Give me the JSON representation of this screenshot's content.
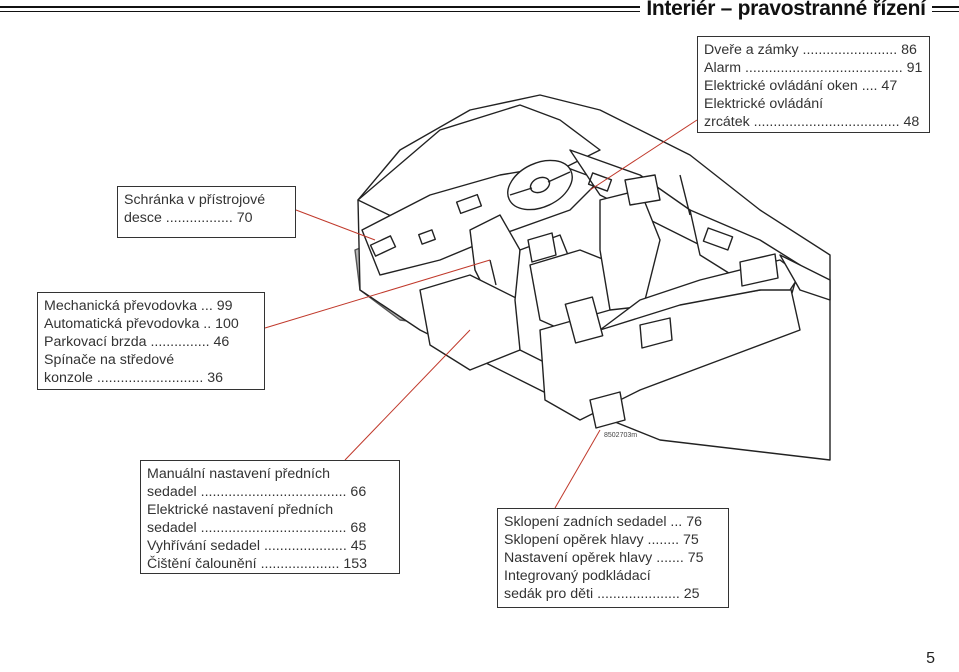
{
  "header": {
    "title": "Interiér – pravostranné řízení"
  },
  "callouts": {
    "doors": [
      "Dveře a zámky ........................ 86",
      "Alarm ........................................ 91",
      "Elektrické ovládání oken .... 47",
      "Elektrické ovládání",
      "zrcátek ..................................... 48"
    ],
    "glovebox": [
      "Schránka v přístrojové",
      "desce ................. 70"
    ],
    "console": [
      "Mechanická převodovka ... 99",
      "Automatická převodovka .. 100",
      "Parkovací brzda ............... 46",
      "Spínače na středové",
      "konzole ........................... 36"
    ],
    "front_seats": [
      "Manuální nastavení předních",
      "sedadel ..................................... 66",
      "Elektrické nastavení předních",
      "sedadel ..................................... 68",
      "Vyhřívání sedadel ..................... 45",
      "Čištění čalounění .................... 153"
    ],
    "rear_seats": [
      "Sklopení zadních sedadel ... 76",
      "Sklopení opěrek hlavy ........ 75",
      "Nastavení opěrek hlavy ....... 75",
      "Integrovaný podkládací",
      "sedák pro děti ..................... 25"
    ]
  },
  "image_code": "8502703m",
  "page_number": "5"
}
